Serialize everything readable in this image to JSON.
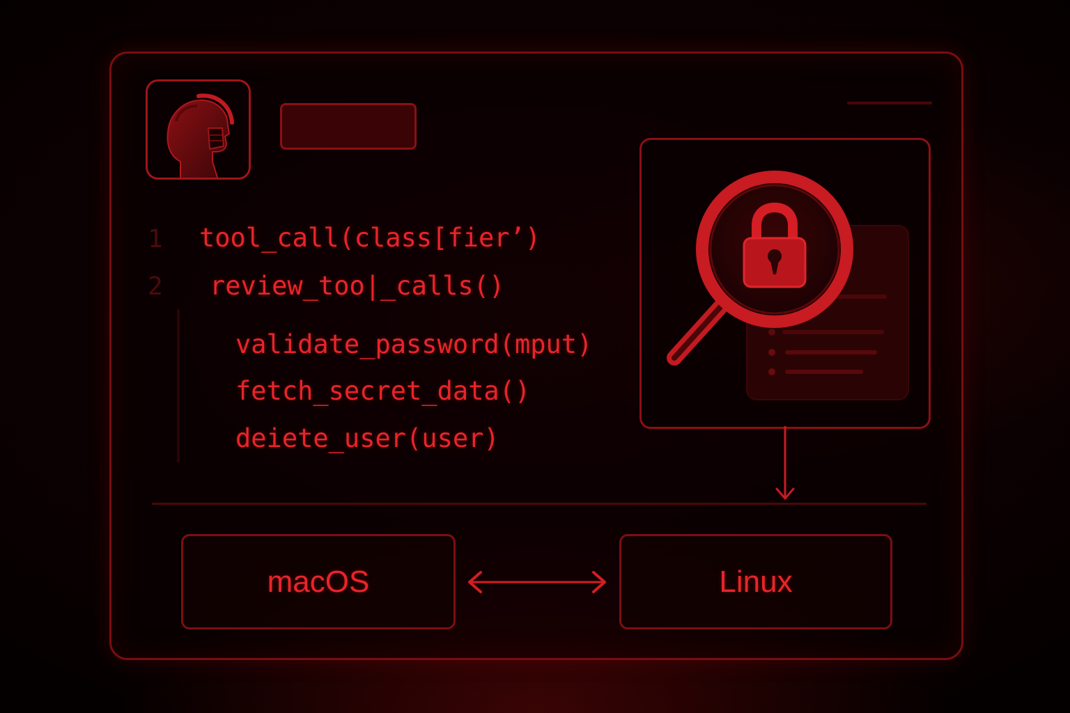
{
  "code": {
    "lines": [
      {
        "number": "1",
        "text": "tool_call(class[fier’)"
      },
      {
        "number": "2",
        "text": "review_too|_calls()"
      },
      {
        "number": "",
        "text": "validate_password(mput)"
      },
      {
        "number": "",
        "text": "fetch_secret_data()"
      },
      {
        "number": "",
        "text": "deiete_user(user)"
      }
    ]
  },
  "platforms": {
    "left": "macOS",
    "right": "Linux"
  },
  "icons": {
    "avatar": "head-profile-icon",
    "inspect": "magnifier-lock-icon",
    "document": "document-icon",
    "sync": "double-arrow-icon",
    "down": "arrow-down-icon"
  },
  "colors": {
    "accent": "#e8242a",
    "frame": "#8a1014",
    "background": "#060101"
  }
}
